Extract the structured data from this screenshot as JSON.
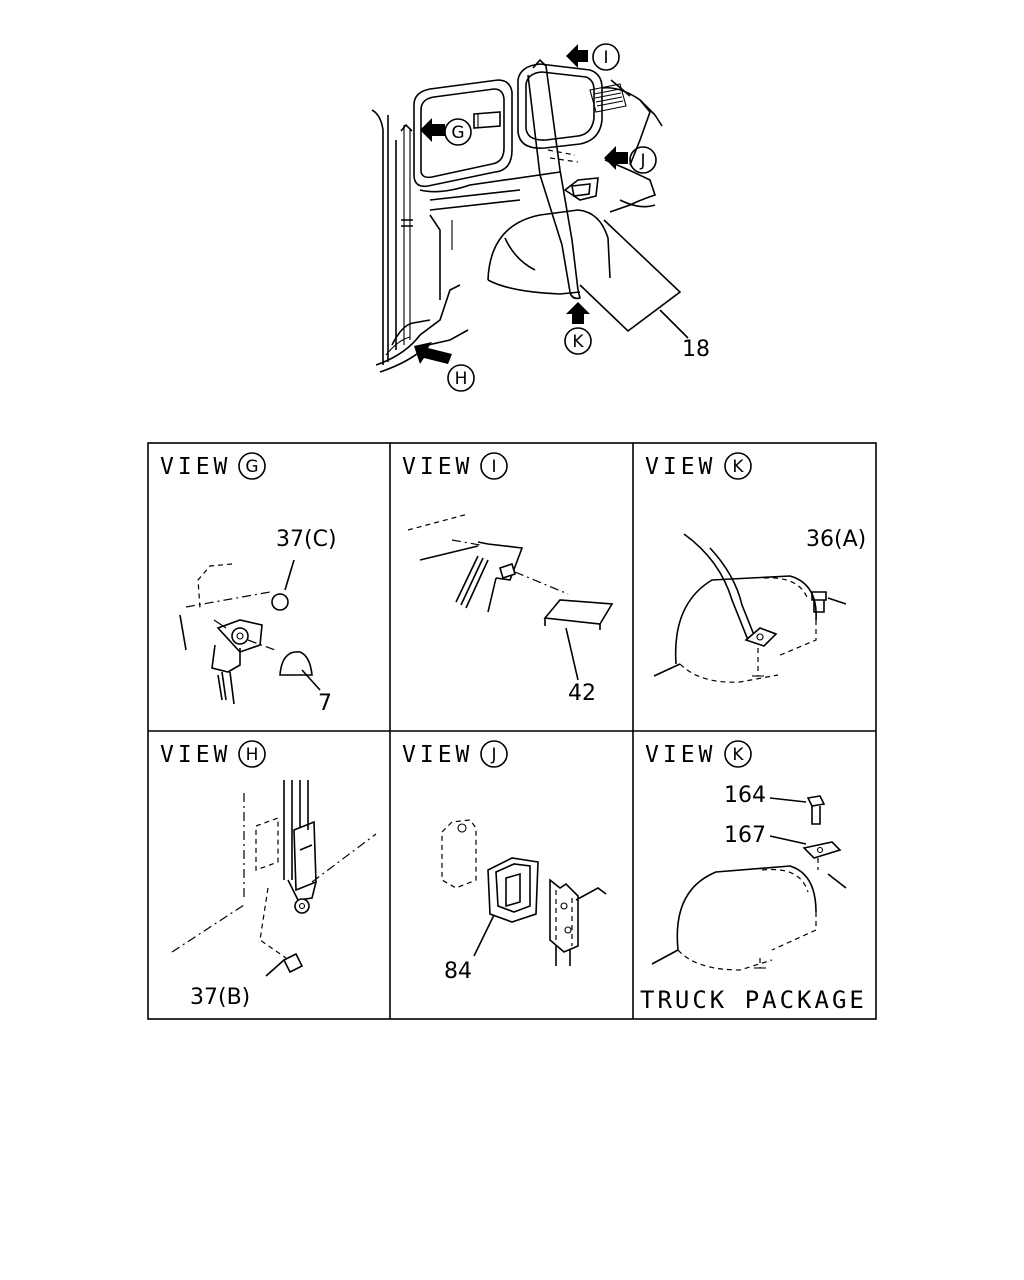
{
  "overview": {
    "part_label": "18",
    "view_markers": [
      "G",
      "H",
      "I",
      "J",
      "K"
    ]
  },
  "views": [
    {
      "title": "VIEW",
      "letter": "G",
      "callouts": [
        "37(C)",
        "7"
      ]
    },
    {
      "title": "VIEW",
      "letter": "I",
      "callouts": [
        "42"
      ]
    },
    {
      "title": "VIEW",
      "letter": "K",
      "callouts": [
        "36(A)"
      ]
    },
    {
      "title": "VIEW",
      "letter": "H",
      "callouts": [
        "37(B)"
      ]
    },
    {
      "title": "VIEW",
      "letter": "J",
      "callouts": [
        "84"
      ]
    },
    {
      "title": "VIEW",
      "letter": "K",
      "callouts": [
        "164",
        "167"
      ],
      "note": "TRUCK PACKAGE"
    }
  ]
}
